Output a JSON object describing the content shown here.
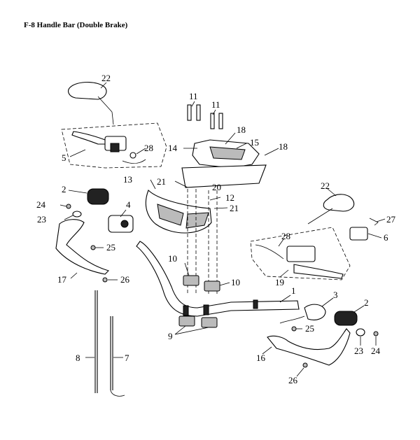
{
  "title": "F-8 Handle Bar (Double Brake)",
  "callouts": {
    "c1": "1",
    "c2a": "2",
    "c2b": "2",
    "c3": "3",
    "c4": "4",
    "c5": "5",
    "c6": "6",
    "c7": "7",
    "c8": "8",
    "c9": "9",
    "c10a": "10",
    "c10b": "10",
    "c11a": "11",
    "c11b": "11",
    "c12": "12",
    "c13": "13",
    "c14": "14",
    "c15": "15",
    "c16": "16",
    "c17": "17",
    "c18a": "18",
    "c18b": "18",
    "c19": "19",
    "c20": "20",
    "c21a": "21",
    "c21b": "21",
    "c22a": "22",
    "c22b": "22",
    "c23a": "23",
    "c23b": "23",
    "c24a": "24",
    "c24b": "24",
    "c25a": "25",
    "c25b": "25",
    "c26a": "26",
    "c26b": "26",
    "c27": "27",
    "c28a": "28",
    "c28b": "28"
  }
}
